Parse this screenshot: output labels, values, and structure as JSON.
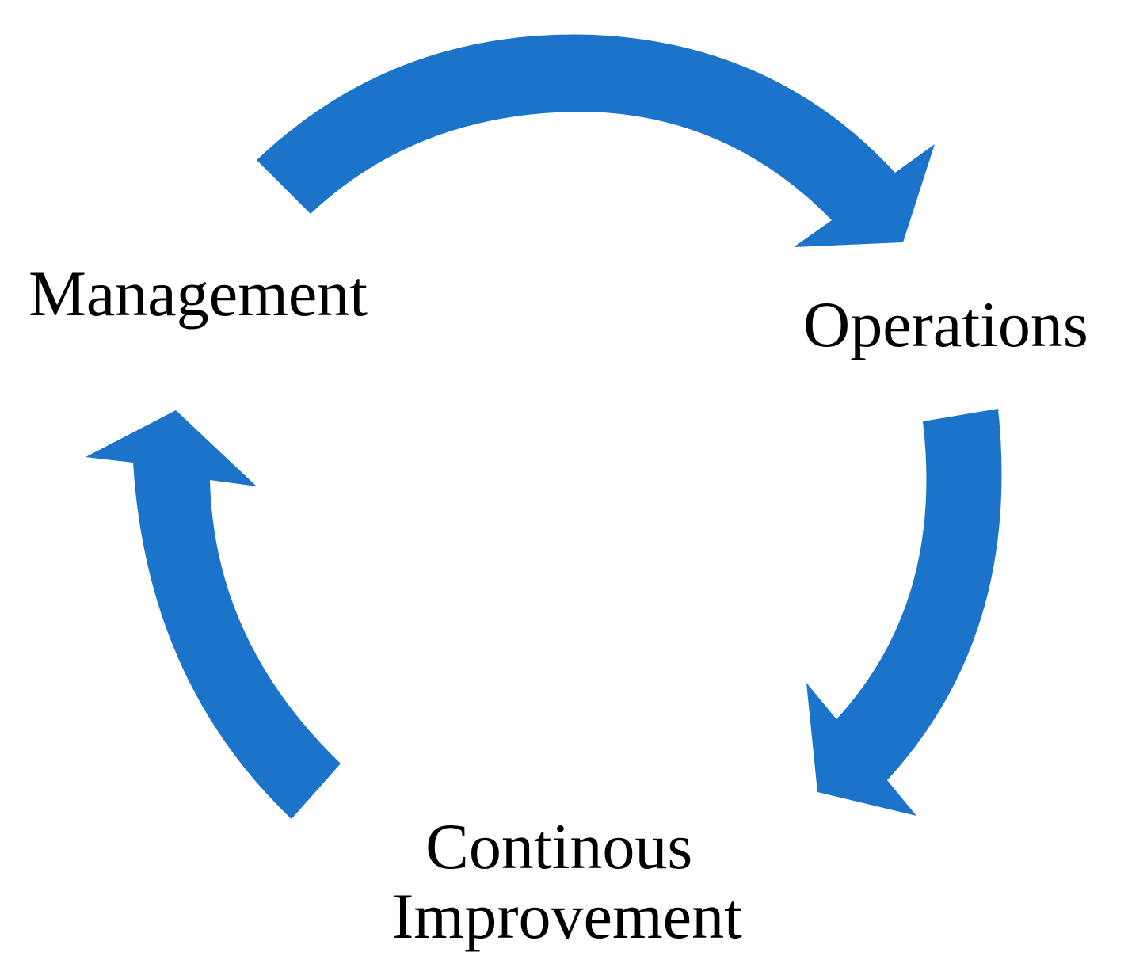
{
  "diagram": {
    "type": "cycle",
    "arrow_color": "#1b74c9",
    "stages": [
      {
        "id": "management",
        "lines": [
          "Management"
        ]
      },
      {
        "id": "operations",
        "lines": [
          "Operations"
        ]
      },
      {
        "id": "continuous-improvement",
        "lines": [
          "Continous",
          "Improvement"
        ]
      }
    ],
    "flow": [
      {
        "from": "management",
        "to": "operations"
      },
      {
        "from": "operations",
        "to": "continuous-improvement"
      },
      {
        "from": "continuous-improvement",
        "to": "management"
      }
    ]
  }
}
